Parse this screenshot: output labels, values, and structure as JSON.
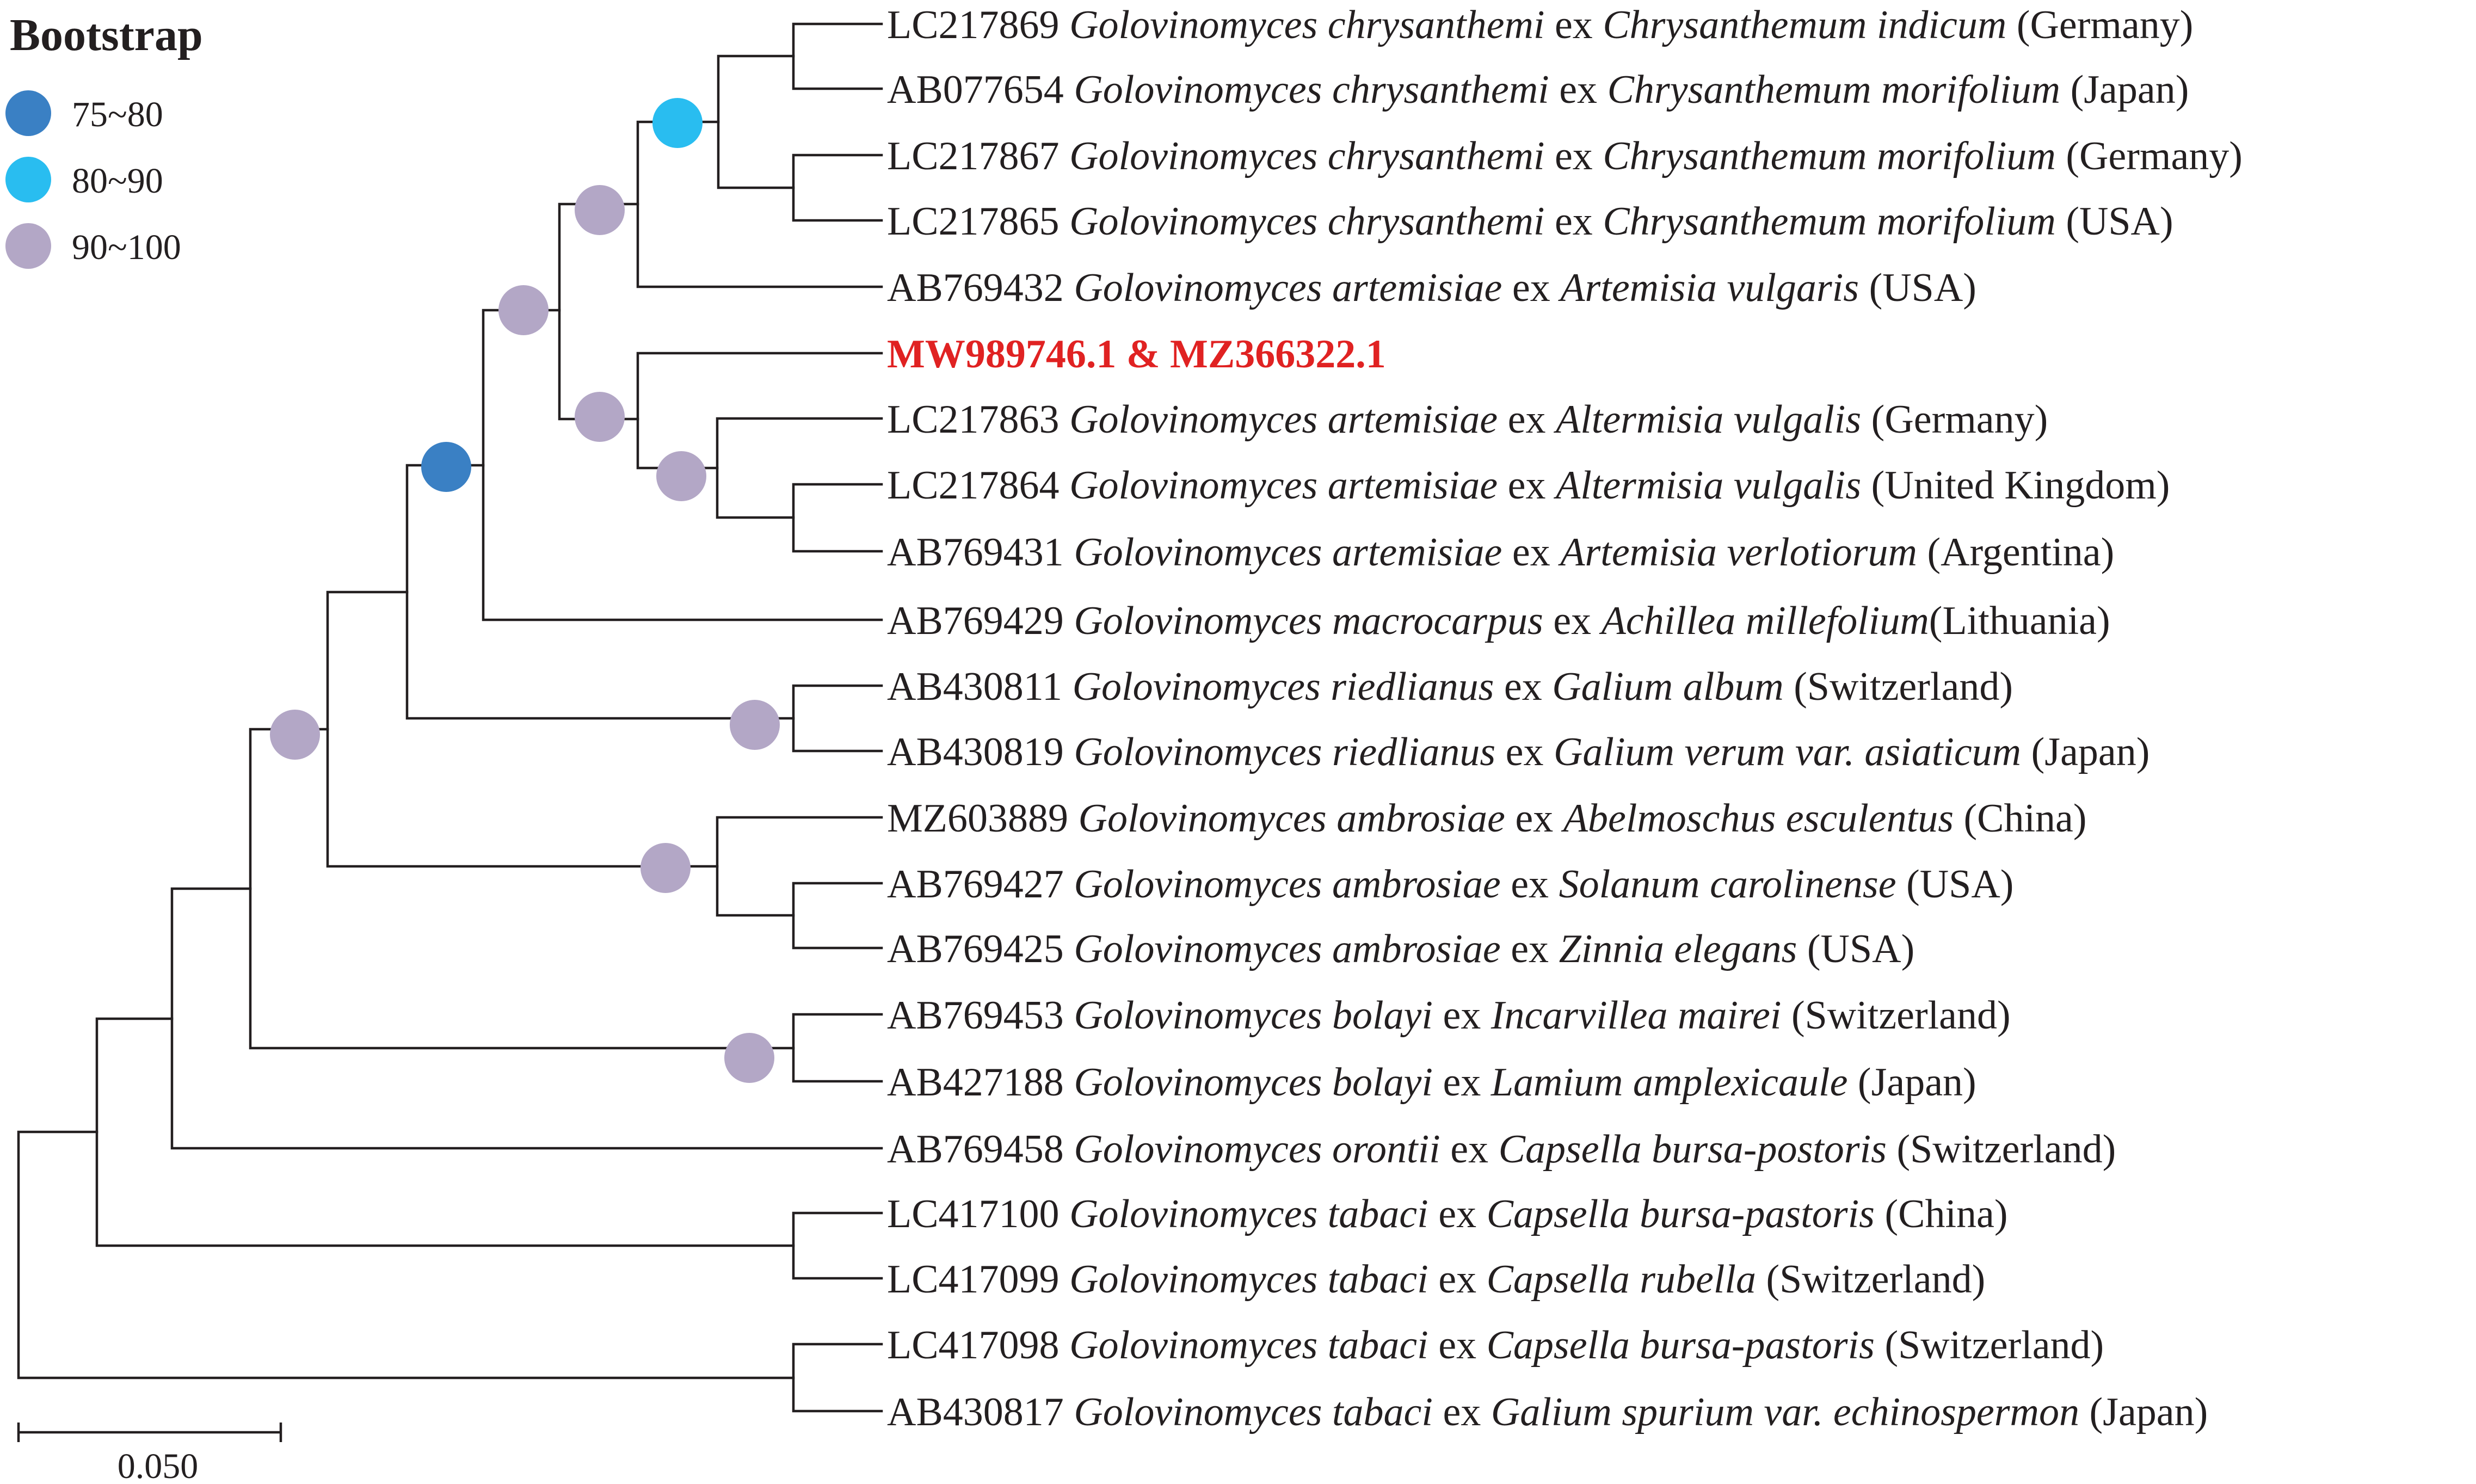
{
  "legend": {
    "title": "Bootstrap",
    "items": [
      {
        "label": "75~80",
        "color": "#3a80c4"
      },
      {
        "label": "80~90",
        "color": "#29bdf0"
      },
      {
        "label": "90~100",
        "color": "#b3a7c6"
      }
    ]
  },
  "scale_bar": {
    "label": "0.050",
    "value": 0.05
  },
  "taxa": [
    {
      "accession": "LC217869",
      "genus": "Golovinomyces",
      "epithet": "chrysanthemi",
      "sep1": " ex ",
      "host": "Chrysanthemum indicum",
      "country": "(Germany)"
    },
    {
      "accession": "AB077654",
      "genus": "Golovinomyces",
      "epithet": "chrysanthemi",
      "sep1": " ex ",
      "host": "Chrysanthemum morifolium",
      "country": "(Japan)"
    },
    {
      "accession": "LC217867",
      "genus": "Golovinomyces",
      "epithet": "chrysanthemi",
      "sep1": " ex ",
      "host": "Chrysanthemum morifolium",
      "country": "(Germany)"
    },
    {
      "accession": "LC217865",
      "genus": "Golovinomyces",
      "epithet": "chrysanthemi",
      "sep1": " ex ",
      "host": "Chrysanthemum morifolium",
      "country": "(USA)"
    },
    {
      "accession": "AB769432",
      "genus": "Golovinomyces",
      "epithet": "artemisiae",
      "sep1": " ex ",
      "host": "Artemisia vulgaris",
      "country": "(USA)"
    },
    {
      "highlight": "MW989746.1 & MZ366322.1"
    },
    {
      "accession": "LC217863",
      "genus": "Golovinomyces",
      "epithet": "artemisiae",
      "sep1": " ex ",
      "host": "Altermisia vulgalis",
      "country": "(Germany)"
    },
    {
      "accession": "LC217864",
      "genus": "Golovinomyces",
      "epithet": "artemisiae",
      "sep1": " ex ",
      "host": "Altermisia vulgalis",
      "country": "(United Kingdom)"
    },
    {
      "accession": "AB769431",
      "genus": "Golovinomyces",
      "epithet": "artemisiae",
      "sep1": " ex ",
      "host": "Artemisia verlotiorum",
      "country": "(Argentina)"
    },
    {
      "accession": "AB769429",
      "genus": "Golovinomyces",
      "epithet": "macrocarpus",
      "sep1": " ex ",
      "host": "Achillea millefolium",
      "country": "(Lithuania)"
    },
    {
      "accession": "AB430811",
      "genus": "Golovinomyces",
      "epithet": "riedlianus",
      "sep1": " ex ",
      "host": "Galium album",
      "country": "(Switzerland)"
    },
    {
      "accession": "AB430819",
      "genus": "Golovinomyces",
      "epithet": "riedlianus",
      "sep1": " ex ",
      "host": "Galium verum var. asiaticum",
      "country": "(Japan)"
    },
    {
      "accession": "MZ603889",
      "genus": "Golovinomyces",
      "epithet": "ambrosiae",
      "sep1": " ex ",
      "host": "Abelmoschus esculentus",
      "country": "(China)"
    },
    {
      "accession": "AB769427",
      "genus": "Golovinomyces",
      "epithet": "ambrosiae",
      "sep1": " ex ",
      "host": "Solanum carolinense",
      "country": "(USA)"
    },
    {
      "accession": "AB769425",
      "genus": "Golovinomyces",
      "epithet": "ambrosiae",
      "sep1": " ex ",
      "host": "Zinnia elegans",
      "country": "(USA)"
    },
    {
      "accession": "AB769453",
      "genus": "Golovinomyces",
      "epithet": "bolayi",
      "sep1": " ex ",
      "host": "Incarvillea mairei",
      "country": "(Switzerland)"
    },
    {
      "accession": "AB427188",
      "genus": "Golovinomyces",
      "epithet": "bolayi",
      "sep1": " ex ",
      "host": "Lamium amplexicaule",
      "country": "(Japan)"
    },
    {
      "accession": "AB769458",
      "genus": "Golovinomyces",
      "epithet": "orontii",
      "sep1": " ex ",
      "host": "Capsella bursa-postoris",
      "country": "(Switzerland)"
    },
    {
      "accession": "LC417100",
      "genus": "Golovinomyces",
      "epithet": "tabaci",
      "sep1": " ex ",
      "host": "Capsella bursa-pastoris",
      "country": "(China)"
    },
    {
      "accession": "LC417099",
      "genus": "Golovinomyces",
      "epithet": "tabaci",
      "sep1": " ex ",
      "host": "Capsella rubella",
      "country": "(Switzerland)"
    },
    {
      "accession": "LC417098",
      "genus": "Golovinomyces",
      "epithet": "tabaci",
      "sep1": " ex ",
      "host": "Capsella bursa-pastoris",
      "country": "(Switzerland)"
    },
    {
      "accession": "AB430817",
      "genus": "Golovinomyces",
      "epithet": "tabaci",
      "sep1": " ex ",
      "host": "Galium spurium var. echinospermon",
      "country": "(Japan)"
    }
  ],
  "node_support": [
    {
      "clade": "LC217867+LC217865 with LC217869+AB077654",
      "class": "80~90"
    },
    {
      "clade": "G. chrysanthemi + AB769432",
      "class": "90~100"
    },
    {
      "clade": "Artemisiae core",
      "class": "90~100"
    },
    {
      "clade": "MW989746.1 group",
      "class": "90~100"
    },
    {
      "clade": "LC217863 + LC217864 + AB769431",
      "class": "90~100"
    },
    {
      "clade": "with AB769429",
      "class": "75~80"
    },
    {
      "clade": "riedlianus",
      "class": "90~100"
    },
    {
      "clade": "ambrosiae",
      "class": "90~100"
    },
    {
      "clade": "bolayi",
      "class": "90~100"
    },
    {
      "clade": "ingroup excluding orontii",
      "class": "90~100"
    }
  ]
}
